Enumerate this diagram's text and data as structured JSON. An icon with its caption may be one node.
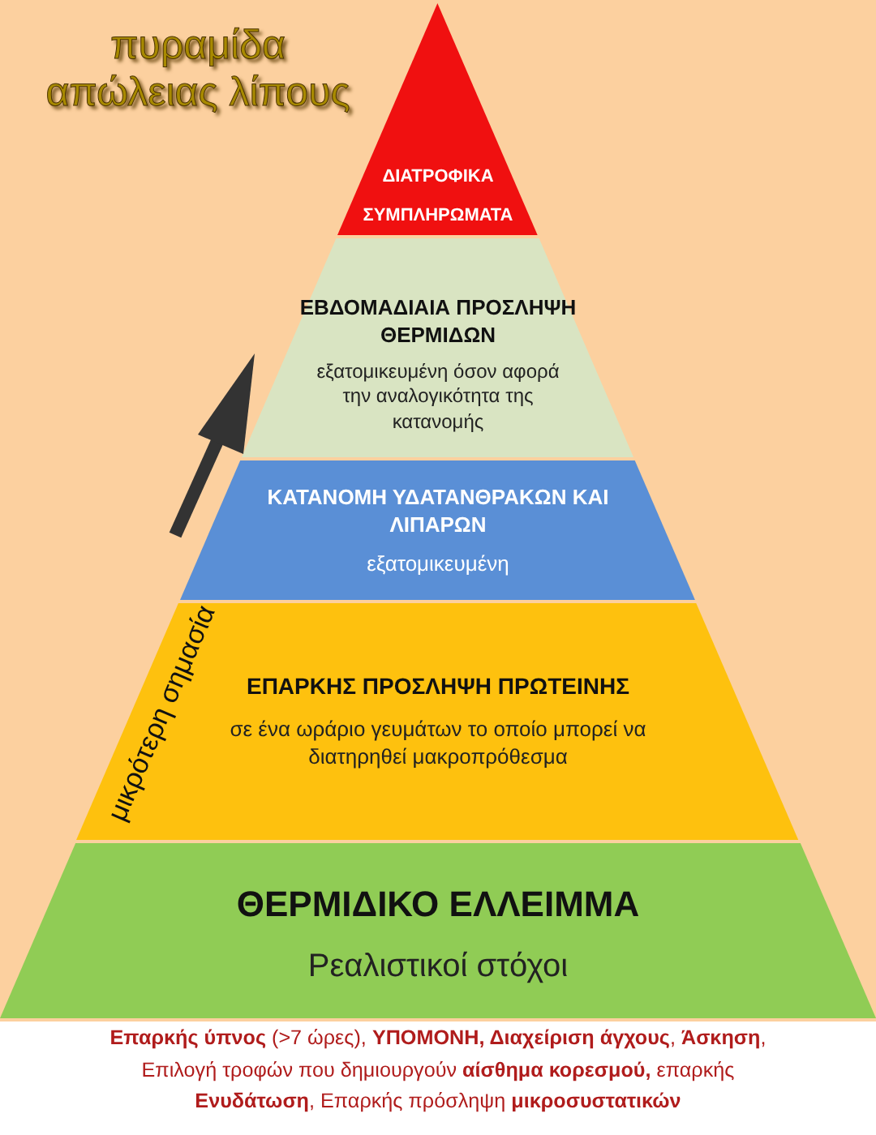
{
  "diagram": {
    "title": "πυραμίδα απώλειας λίπους",
    "nodes": [
      {
        "text": [
          "ΔΙΑΤΡΟΦΙΚΑ ΣΥΜΠΛΗΡΩΜΑΤΑ"
        ]
      },
      {
        "text": [
          "ΕΒΔΟΜΑΔΙΑΙΑ ΠΡΟΣΛΗΨΗ ΘΕΡΜΙΔΩΝ",
          "εξατομικευμένη όσον αφορά την αναλογικότητα της κατανομής"
        ]
      },
      {
        "text": [
          "ΚΑΤΑΝΟΜΗ ΥΔΑΤΑΝΘΡΑΚΩΝ ΚΑΙ ΛΙΠΑΡΩΝ",
          "εξατομικευμένη"
        ]
      },
      {
        "text": [
          "ΕΠΑΡΚΗΣ ΠΡΟΣΛΗΨΗ ΠΡΩΤΕΙΝΗΣ",
          "σε ένα ωράριο γευμάτων το οποίο μπορεί να διατηρηθεί μακροπρόθεσμα"
        ]
      },
      {
        "text": [
          "ΘΕΡΜΙΔΙΚΟ ΕΛΛΕΙΜΜΑ",
          "Ρεαλιστικοί στόχοι"
        ]
      }
    ],
    "labels": [
      "μικρότερη σημασία",
      "**Επαρκής ύπνος** (>7 ώρες), **ΥΠΟΜΟΝΗ, Διαχείριση άγχους**, **Άσκηση**, Επιλογή τροφών που δημιουργούν **αίσθημα κορεσμού,** επαρκής **Ενυδάτωση**, Επαρκής πρόσληψη **μικροσυστατικών**"
    ]
  }
}
